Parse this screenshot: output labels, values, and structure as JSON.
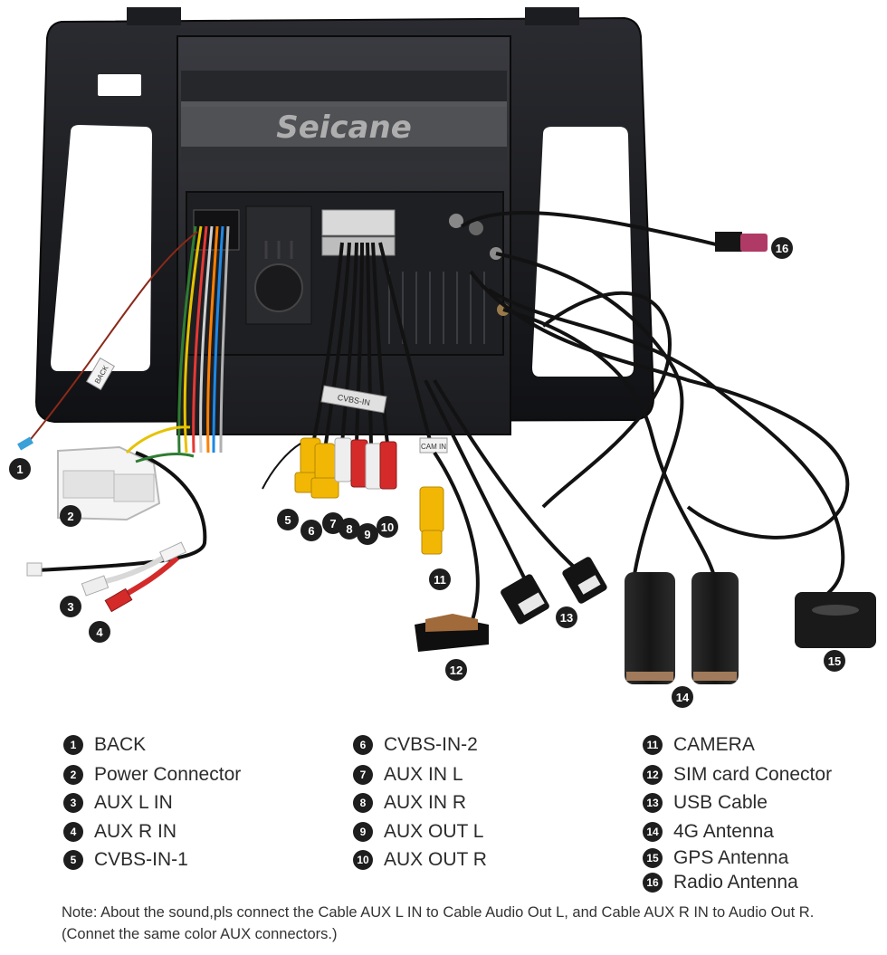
{
  "brand": "Seicane",
  "callouts": [
    "1",
    "2",
    "3",
    "4",
    "5",
    "6",
    "7",
    "8",
    "9",
    "10",
    "11",
    "12",
    "13",
    "14",
    "15",
    "16"
  ],
  "cable_tags": {
    "back": "BACK",
    "cvbs": "CVBS-IN",
    "cam": "CAM IN"
  },
  "legend": [
    {
      "num": "1",
      "label": "BACK"
    },
    {
      "num": "2",
      "label": "Power Connector"
    },
    {
      "num": "3",
      "label": "AUX L IN"
    },
    {
      "num": "4",
      "label": "AUX R IN"
    },
    {
      "num": "5",
      "label": "CVBS-IN-1"
    },
    {
      "num": "6",
      "label": "CVBS-IN-2"
    },
    {
      "num": "7",
      "label": "AUX IN L"
    },
    {
      "num": "8",
      "label": "AUX IN R"
    },
    {
      "num": "9",
      "label": "AUX OUT L"
    },
    {
      "num": "10",
      "label": "AUX OUT R"
    },
    {
      "num": "11",
      "label": "CAMERA"
    },
    {
      "num": "12",
      "label": "SIM card Conector"
    },
    {
      "num": "13",
      "label": "USB Cable"
    },
    {
      "num": "14",
      "label": "4G Antenna"
    },
    {
      "num": "15",
      "label": "GPS Antenna"
    },
    {
      "num": "16",
      "label": "Radio Antenna"
    }
  ],
  "note": "Note: About the sound,pls connect the Cable AUX L IN to Cable Audio Out L, and Cable AUX R IN to Audio Out R.(Connet the same color AUX connectors.)",
  "colors": {
    "frame": "#17181c",
    "rca_yellow": "#f2b705",
    "rca_red": "#d42a2a",
    "rca_white": "#eeeeee",
    "cable": "#121212",
    "callout": "#1e1e1e"
  }
}
